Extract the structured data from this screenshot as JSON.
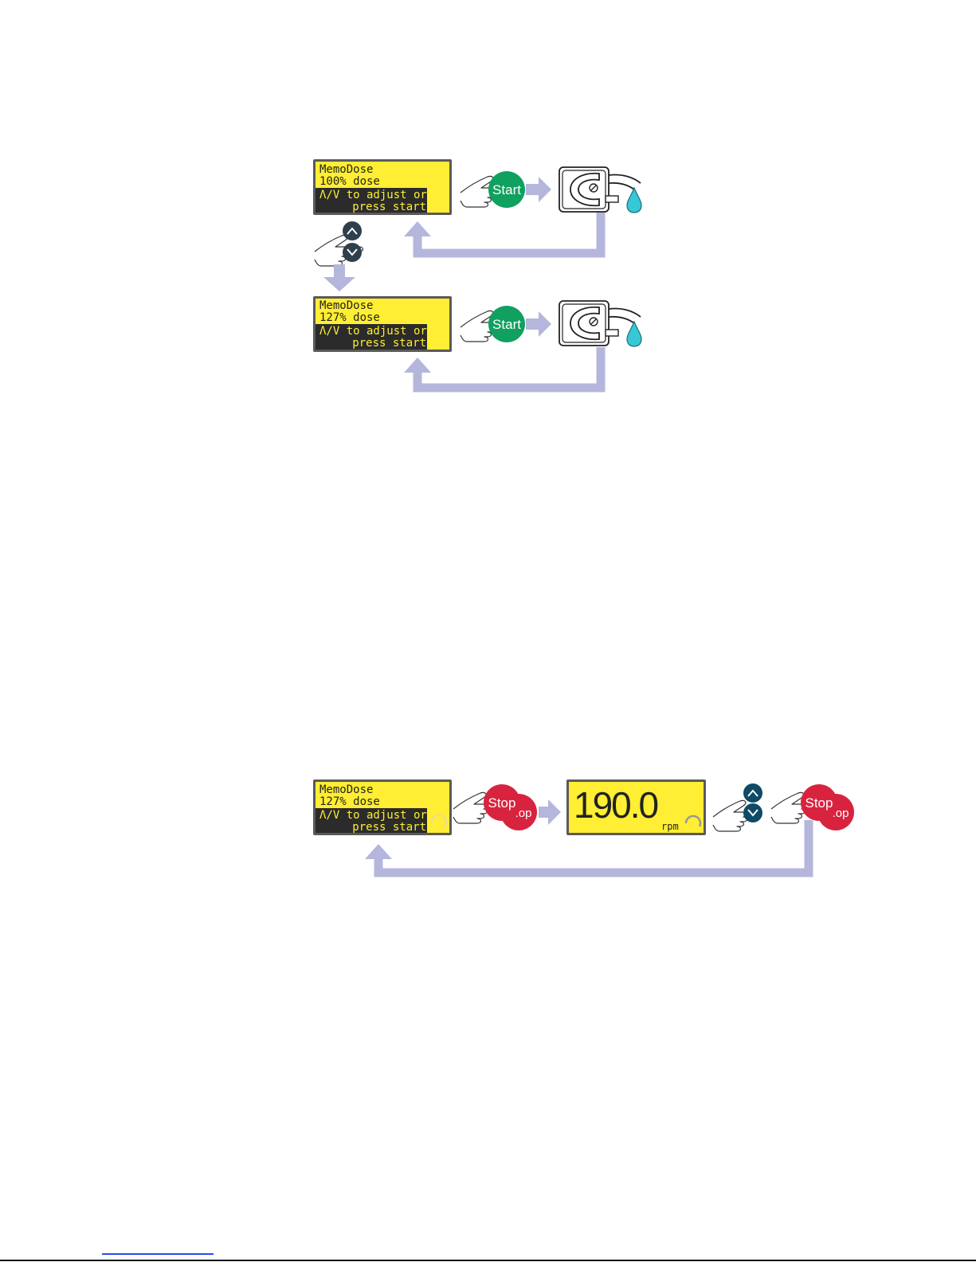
{
  "colors": {
    "lcd_bg": "#ffee33",
    "lcd_frame": "#5a5a5a",
    "lcd_highlight": "#2b2b2b",
    "lcd_highlight_text": "#ffee33",
    "arrow": "#b4b6dc",
    "start_button": "#10a060",
    "stop_button": "#d8233f",
    "arrow_keys": "#2f3f4c",
    "arrow_keys_alt": "#0f4a66",
    "droplet": "#37c7d6"
  },
  "icons": {
    "finger": "pointing-finger-icon",
    "pump": "pump-head-icon",
    "droplet": "droplet-icon",
    "up": "chevron-up-icon",
    "down": "chevron-down-icon",
    "spinner": "rotation-arc-icon"
  },
  "flow1": {
    "screen1": {
      "line1": "MemoDose",
      "line2": "100% dose",
      "line3": "Λ/V to adjust or",
      "line4": "press start"
    },
    "start_label": "Start",
    "screen2": {
      "line1": "MemoDose",
      "line2": "127% dose",
      "line3": "Λ/V to adjust or",
      "line4": "press start"
    },
    "start_label_2": "Start"
  },
  "flow2": {
    "screen1": {
      "line1": "MemoDose",
      "line2": "127% dose",
      "line3": "Λ/V to adjust or",
      "line4": "press start"
    },
    "stop_label": "Stop",
    "stop_echo": ".op",
    "speed_screen": {
      "value": "190.0",
      "unit": "rpm"
    },
    "stop_label_2": "Stop",
    "stop_echo_2": ".op"
  }
}
